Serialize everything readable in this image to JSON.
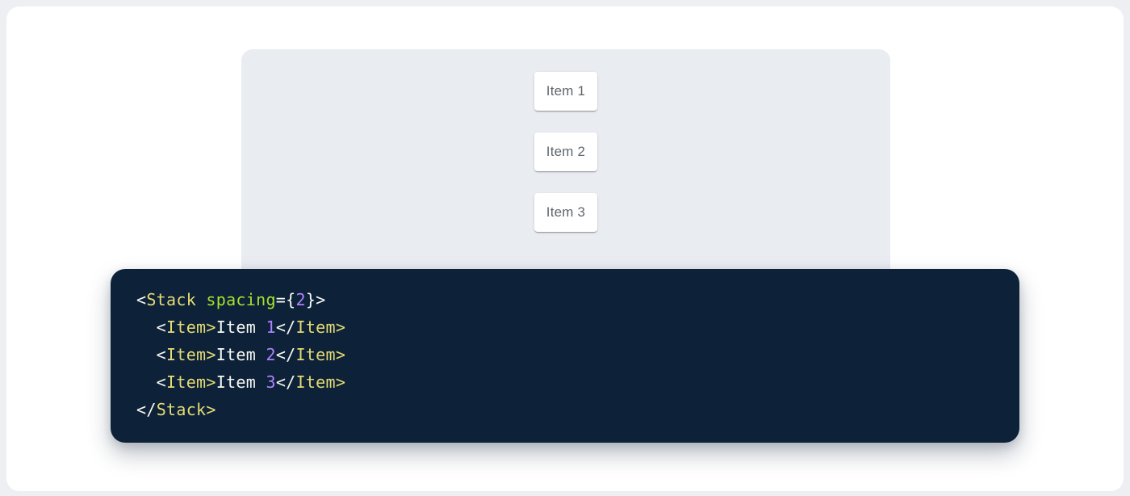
{
  "palette": {
    "page_background": "#edeff3",
    "card_background": "#ffffff",
    "demo_panel_background": "#e9ecf1",
    "item_background": "#ffffff",
    "item_text_color": "#62686f",
    "code_background": "#0d2239"
  },
  "demo": {
    "items": [
      {
        "label": "Item 1"
      },
      {
        "label": "Item 2"
      },
      {
        "label": "Item 3"
      }
    ]
  },
  "code": {
    "language": "jsx",
    "colors": {
      "tag": "#e6db74",
      "attr": "#a6e22e",
      "num": "#ae81ff",
      "plain": "#f8f8f2"
    },
    "lines": [
      [
        {
          "t": "<",
          "c": "plain"
        },
        {
          "t": "Stack",
          "c": "tag"
        },
        {
          "t": " ",
          "c": "plain"
        },
        {
          "t": "spacing",
          "c": "attr"
        },
        {
          "t": "={",
          "c": "plain"
        },
        {
          "t": "2",
          "c": "num"
        },
        {
          "t": "}>",
          "c": "plain"
        }
      ],
      [
        {
          "t": "  <",
          "c": "plain"
        },
        {
          "t": "Item",
          "c": "tag"
        },
        {
          "t": ">",
          "c": "tag"
        },
        {
          "t": "Item ",
          "c": "plain"
        },
        {
          "t": "1",
          "c": "num"
        },
        {
          "t": "</",
          "c": "plain"
        },
        {
          "t": "Item",
          "c": "tag"
        },
        {
          "t": ">",
          "c": "tag"
        }
      ],
      [
        {
          "t": "  <",
          "c": "plain"
        },
        {
          "t": "Item",
          "c": "tag"
        },
        {
          "t": ">",
          "c": "tag"
        },
        {
          "t": "Item ",
          "c": "plain"
        },
        {
          "t": "2",
          "c": "num"
        },
        {
          "t": "</",
          "c": "plain"
        },
        {
          "t": "Item",
          "c": "tag"
        },
        {
          "t": ">",
          "c": "tag"
        }
      ],
      [
        {
          "t": "  <",
          "c": "plain"
        },
        {
          "t": "Item",
          "c": "tag"
        },
        {
          "t": ">",
          "c": "tag"
        },
        {
          "t": "Item ",
          "c": "plain"
        },
        {
          "t": "3",
          "c": "num"
        },
        {
          "t": "</",
          "c": "plain"
        },
        {
          "t": "Item",
          "c": "tag"
        },
        {
          "t": ">",
          "c": "tag"
        }
      ],
      [
        {
          "t": "</",
          "c": "plain"
        },
        {
          "t": "Stack",
          "c": "tag"
        },
        {
          "t": ">",
          "c": "tag"
        }
      ]
    ]
  }
}
